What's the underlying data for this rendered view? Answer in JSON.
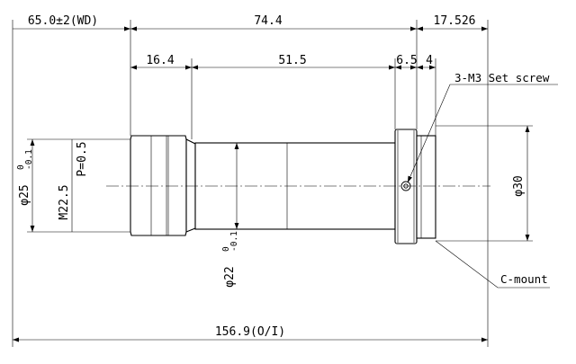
{
  "dimensions": {
    "working_distance": "65.0±2(WD)",
    "length_main": "74.4",
    "flange_back": "17.526",
    "seg_front": "16.4",
    "seg_middle": "51.5",
    "seg_ring": "6.5",
    "seg_mount": "4",
    "overall_length": "156.9(O/I)"
  },
  "diameters": {
    "front_dia": "φ25",
    "front_tol_upper": "0",
    "front_tol_lower": "-0.1",
    "body_dia": "φ22",
    "body_tol_upper": "0",
    "body_tol_lower": "-0.1",
    "mount_dia": "φ30"
  },
  "thread": {
    "size": "M22.5",
    "pitch": "P=0.5"
  },
  "callouts": {
    "set_screw": "3-M3 Set screw",
    "mount": "C-mount"
  }
}
